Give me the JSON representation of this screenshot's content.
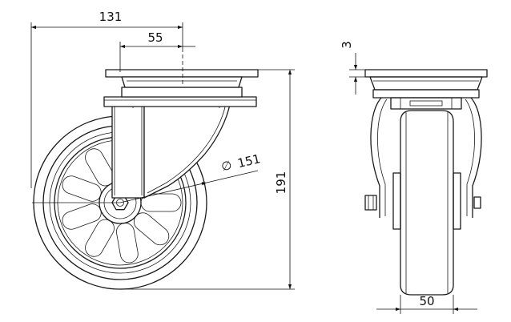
{
  "dimensions": {
    "overall_width": "131",
    "offset": "55",
    "wheel_diameter": "151",
    "diameter_symbol": "∅",
    "total_height": "191",
    "plate_thickness": "3",
    "wheel_width": "50"
  }
}
